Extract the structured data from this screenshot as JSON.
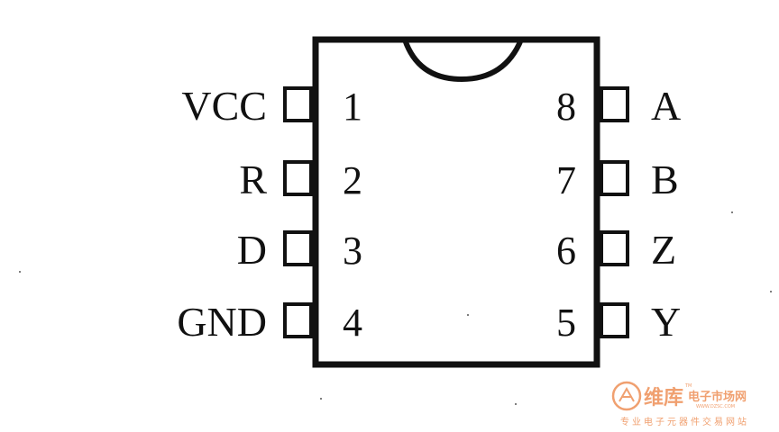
{
  "chip": {
    "pins_left": [
      {
        "number": "1",
        "label": "VCC"
      },
      {
        "number": "2",
        "label": "R"
      },
      {
        "number": "3",
        "label": "D"
      },
      {
        "number": "4",
        "label": "GND"
      }
    ],
    "pins_right": [
      {
        "number": "8",
        "label": "A"
      },
      {
        "number": "7",
        "label": "B"
      },
      {
        "number": "6",
        "label": "Z"
      },
      {
        "number": "5",
        "label": "Y"
      }
    ]
  },
  "watermark": {
    "brand": "维库",
    "tm": "TM",
    "side_text": "电子市场网",
    "url": "WWW.DZSC.COM",
    "tagline": "专业电子元器件交易网站"
  },
  "colors": {
    "ink": "#111111",
    "watermark": "#f0a070"
  }
}
